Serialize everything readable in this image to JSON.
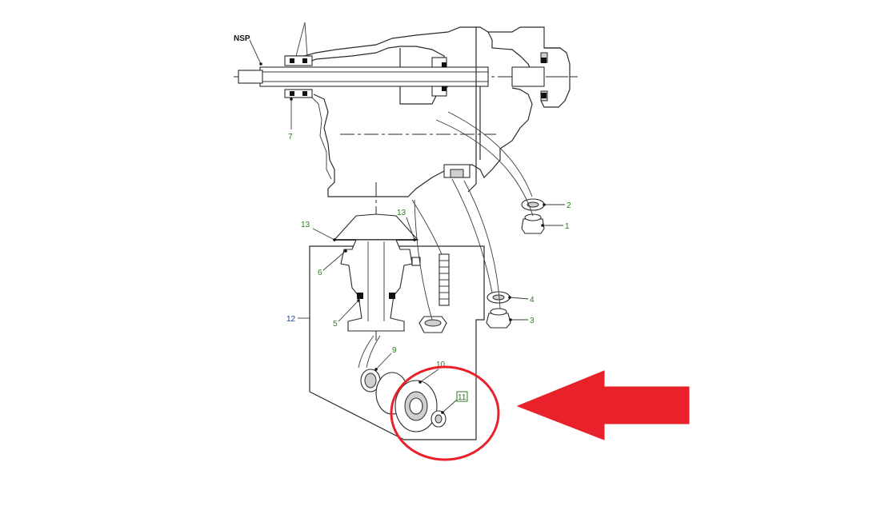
{
  "labels": {
    "nsp": "NSP",
    "item_1": "1",
    "item_2": "2",
    "item_3": "3",
    "item_4": "4",
    "item_5": "5",
    "item_6": "6",
    "item_7": "7",
    "item_9": "9",
    "item_10": "10",
    "item_11": "11",
    "item_12": "12",
    "item_13_left": "13",
    "item_13_right": "13"
  },
  "colors": {
    "callout_green": "#2b7a1f",
    "callout_blue": "#1f3c9a",
    "callout_black": "#111111",
    "highlight_red": "#e8212a"
  },
  "annotations": {
    "highlight_circle_target": "item_10",
    "arrow_direction": "left"
  }
}
